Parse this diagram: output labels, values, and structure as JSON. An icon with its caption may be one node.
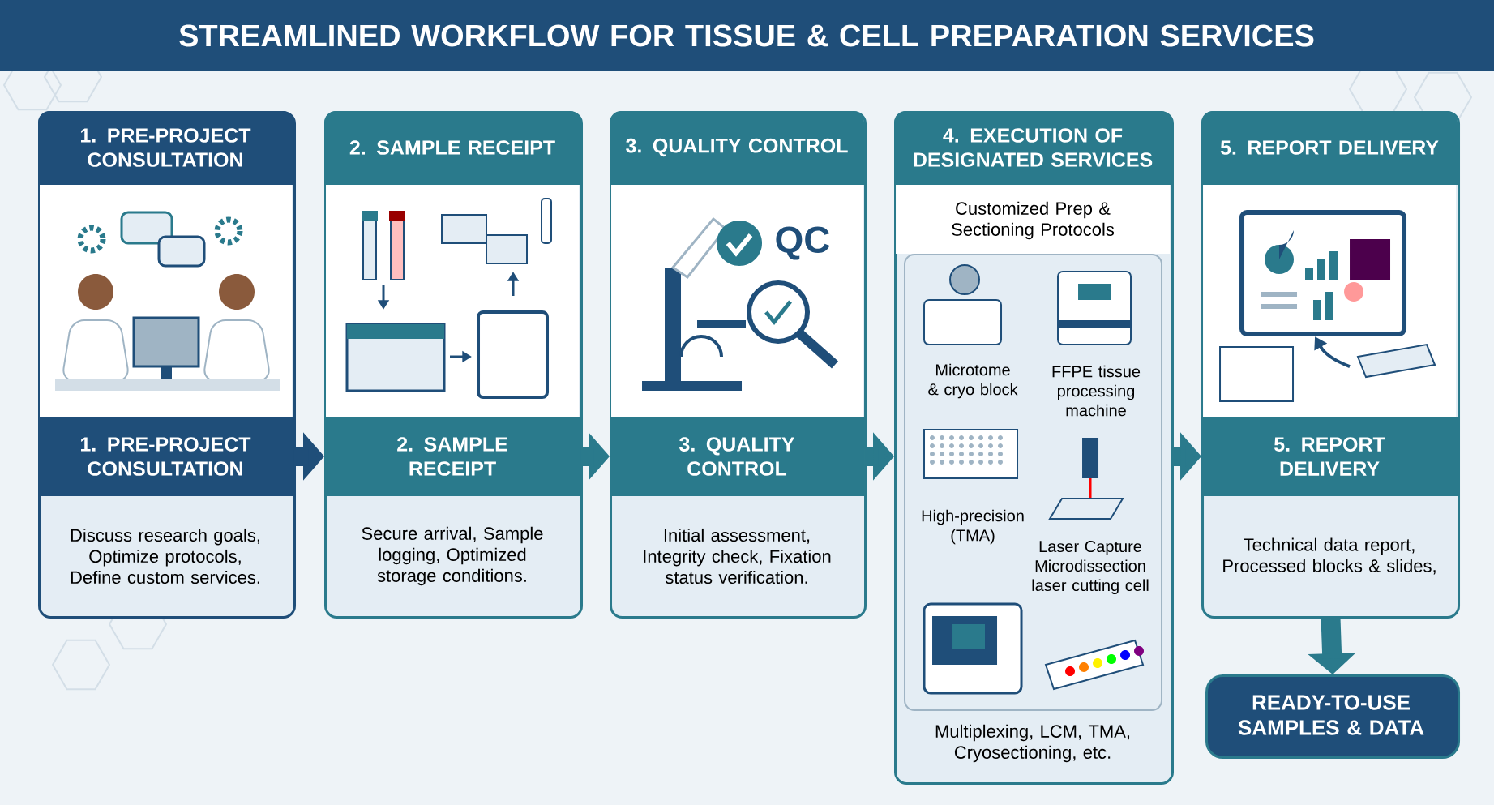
{
  "diagram": {
    "title": "STREAMLINED WORKFLOW FOR TISSUE & CELL PREPARATION SERVICES",
    "nodes": [
      {
        "text": [
          "1. PRE-PROJECT CONSULTATION",
          "1. PRE-PROJECT CONSULTATION",
          "Discuss research goals, Optimize protocols, Define custom services."
        ]
      },
      {
        "text": [
          "2. SAMPLE RECEIPT",
          "2. SAMPLE RECEIPT",
          "Secure arrival, Sample logging, Optimized storage conditions."
        ]
      },
      {
        "text": [
          "3. QUALITY CONTROL",
          "3. QUALITY CONTROL",
          "Initial assessment, Integrity check, Fixation status verification."
        ]
      },
      {
        "text": [
          "4. EXECUTION OF DESIGNATED SERVICES",
          "Customized Prep & Sectioning Protocols",
          "Multiplexing, LCM, TMA, Cryosectioning, etc."
        ]
      },
      {
        "text": [
          "Microtome & cryo block",
          "FFPE tissue processing machine",
          "High-precision (TMA)",
          "Laser Capture Microdissection laser cutting cell"
        ],
        "in": 3
      },
      {
        "text": [
          "5. REPORT DELIVERY",
          "5. REPORT DELIVERY",
          "Technical data report, Processed blocks & slides,"
        ]
      },
      {
        "text": [
          "READY-TO-USE SAMPLES & DATA"
        ]
      }
    ],
    "edges": [
      {
        "from": 0,
        "to": 1,
        "arrow": "to",
        "color": "#1f4e79"
      },
      {
        "from": 1,
        "to": 2,
        "arrow": "to"
      },
      {
        "from": 2,
        "to": 3,
        "arrow": "to"
      },
      {
        "from": 3,
        "to": 5,
        "arrow": "to"
      },
      {
        "from": 5,
        "to": 6,
        "arrow": "to"
      }
    ],
    "labels": [
      "QC"
    ]
  }
}
